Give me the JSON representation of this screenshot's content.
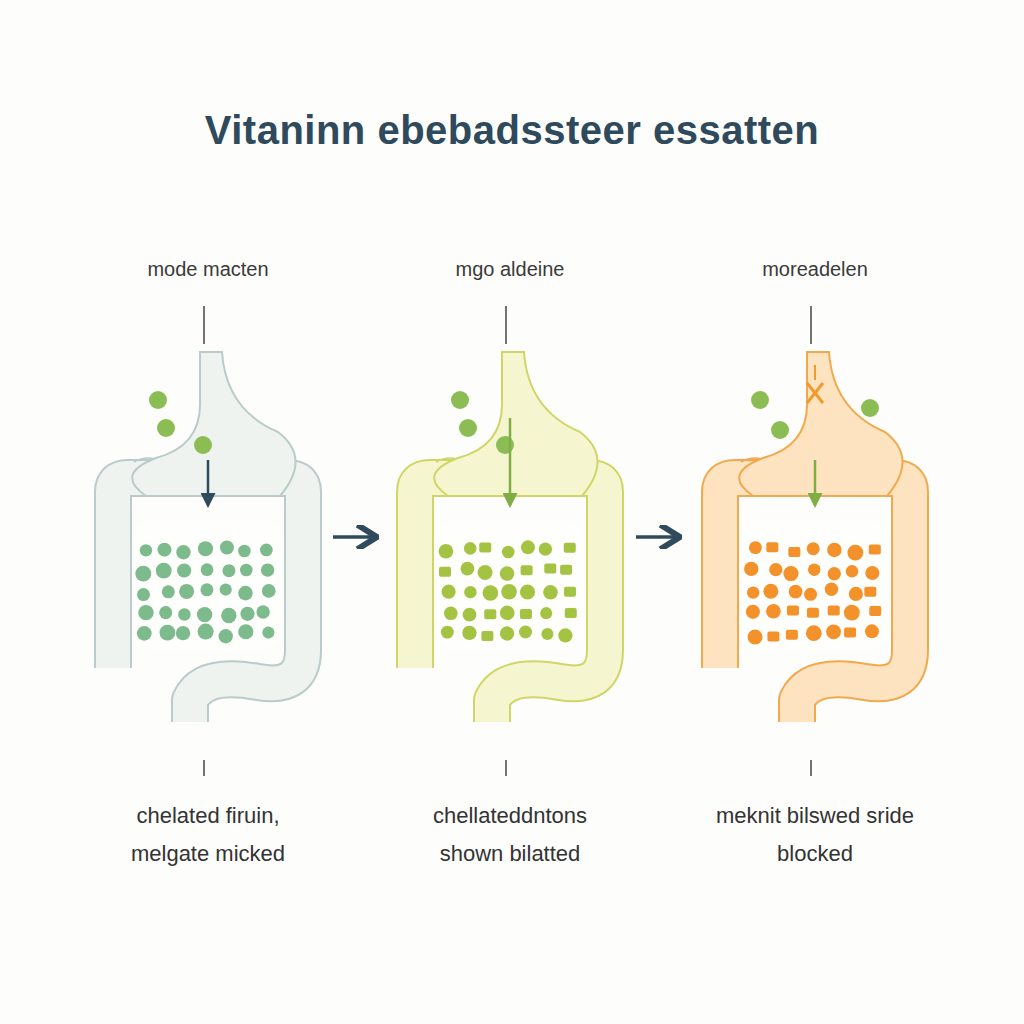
{
  "diagram": {
    "title": "Vitaninn ebebadssteer essatten",
    "labels": [
      "mode macten",
      "mgo aldeine",
      "moreadelen",
      "chelated firuin, melgate micked",
      "chellateddntons shown bilatted",
      "meknit bilswed sride blocked"
    ]
  }
}
